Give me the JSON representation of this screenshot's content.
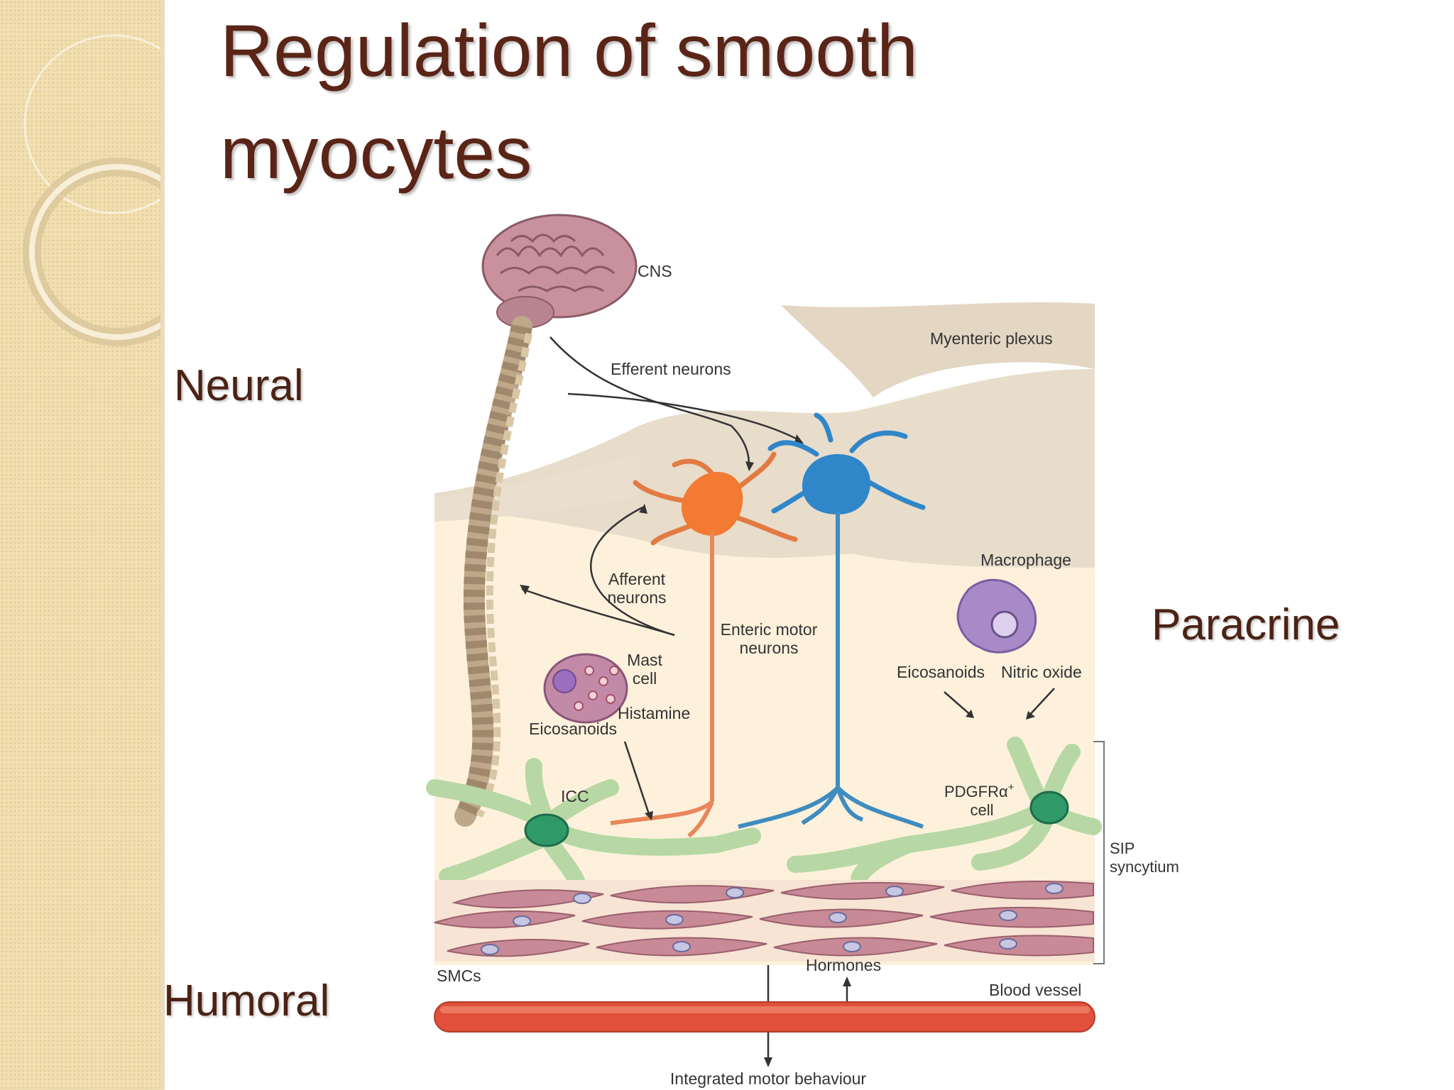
{
  "slide": {
    "title": "Regulation of smooth myocytes",
    "title_line1": "Regulation of smooth",
    "title_line2": "myocytes"
  },
  "side_labels": {
    "neural": "Neural",
    "paracrine": "Paracrine",
    "humoral": "Humoral"
  },
  "figure": {
    "cns": "CNS",
    "myenteric_plexus": "Myenteric plexus",
    "efferent_neurons": "Efferent neurons",
    "afferent_neurons_1": "Afferent",
    "afferent_neurons_2": "neurons",
    "enteric_motor_1": "Enteric motor",
    "enteric_motor_2": "neurons",
    "macrophage": "Macrophage",
    "mast_cell_1": "Mast",
    "mast_cell_2": "cell",
    "histamine": "Histamine",
    "eicosanoids_left": "Eicosanoids",
    "eicosanoids_right": "Eicosanoids",
    "nitric_oxide": "Nitric oxide",
    "icc": "ICC",
    "pdgfra_1": "PDGFRα",
    "pdgfra_sup": "+",
    "pdgfra_2": "cell",
    "sip_1": "SIP",
    "sip_2": "syncytium",
    "smcs": "SMCs",
    "hormones": "Hormones",
    "blood_vessel": "Blood vessel",
    "integrated": "Integrated motor behaviour"
  },
  "colors": {
    "title": "#5a2417",
    "sidebar": "#f1dfb2",
    "motor_neuron_orange": "#f27a32",
    "motor_neuron_blue": "#2f86c8",
    "smc": "#c88a96",
    "vessel": "#e0503a"
  }
}
